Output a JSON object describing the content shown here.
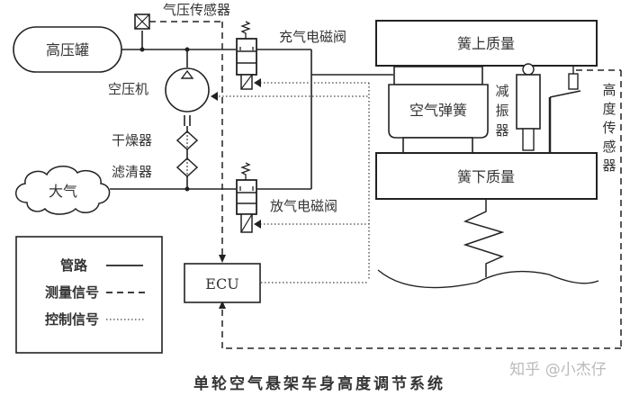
{
  "diagram": {
    "title": "单轮空气悬架车身高度调节系统",
    "watermark": "知乎 @小杰仔",
    "components": {
      "tank": "高压罐",
      "pressure_sensor": "气压传感器",
      "compressor": "空压机",
      "dryer": "干燥器",
      "filter": "滤清器",
      "atmosphere": "大气",
      "inflate_valve": "充气电磁阀",
      "exhaust_valve": "放气电磁阀",
      "ecu": "ECU",
      "sprung_mass": "簧上质量",
      "unsprung_mass": "簧下质量",
      "air_spring": "空气弹簧",
      "damper": "减振器",
      "height_sensor": "高度传感器"
    },
    "legend": {
      "items": [
        {
          "label": "管路",
          "style": "solid"
        },
        {
          "label": "测量信号",
          "style": "dashed"
        },
        {
          "label": "控制信号",
          "style": "dotted"
        }
      ]
    }
  }
}
